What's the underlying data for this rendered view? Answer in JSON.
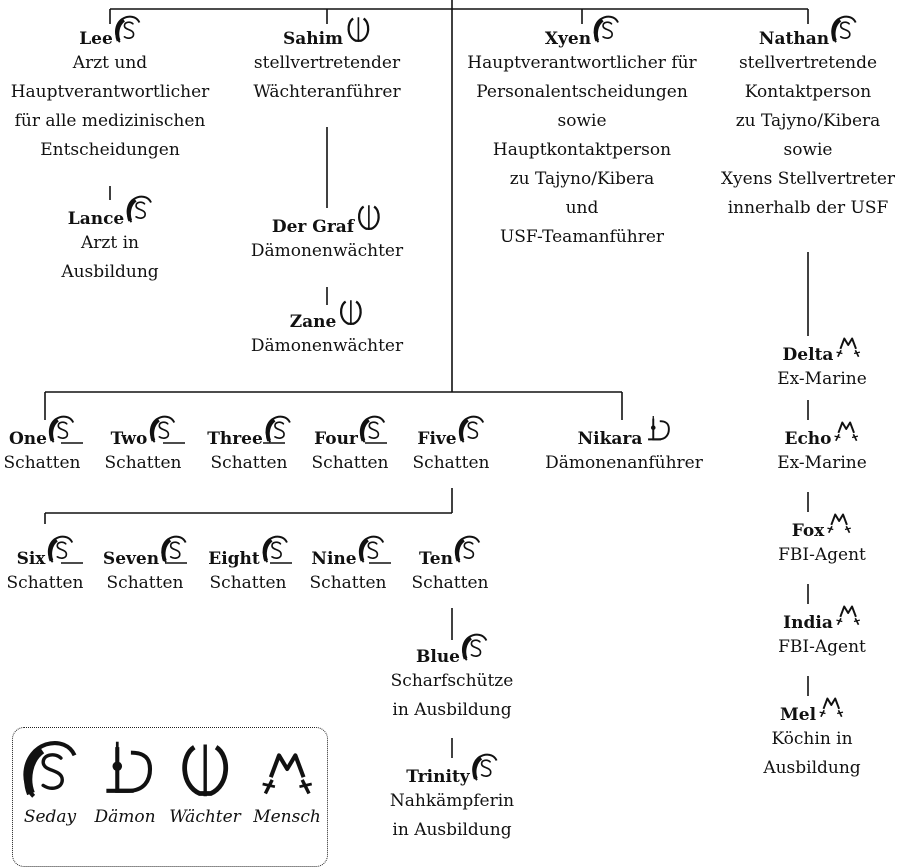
{
  "legend": [
    {
      "icon": "seday-icon",
      "label": "Seday"
    },
    {
      "icon": "daemon-icon",
      "label": "Dämon"
    },
    {
      "icon": "waechter-icon",
      "label": "Wächter"
    },
    {
      "icon": "mensch-icon",
      "label": "Mensch"
    }
  ],
  "nodes": {
    "lee": {
      "name": "Lee",
      "icon": "seday-icon",
      "desc": [
        "Arzt und",
        "Hauptverantwortlicher",
        "für alle medizinischen",
        "Entscheidungen"
      ]
    },
    "lance": {
      "name": "Lance",
      "icon": "seday-icon",
      "desc": [
        "Arzt in",
        "Ausbildung"
      ]
    },
    "sahim": {
      "name": "Sahim",
      "icon": "waechter-icon",
      "desc": [
        "stellvertretender",
        "Wächteranführer"
      ]
    },
    "graf": {
      "name": "Der Graf",
      "icon": "waechter-icon",
      "desc": [
        "Dämonenwächter"
      ]
    },
    "zane": {
      "name": "Zane",
      "icon": "waechter-icon",
      "desc": [
        "Dämonenwächter"
      ]
    },
    "xyen": {
      "name": "Xyen",
      "icon": "seday-icon",
      "desc": [
        "Hauptverantwortlicher für",
        "Personalentscheidungen",
        "sowie",
        "Hauptkontaktperson",
        "zu Tajyno/Kibera",
        "und",
        "USF-Teamanführer"
      ]
    },
    "nathan": {
      "name": "Nathan",
      "icon": "seday-icon",
      "desc": [
        "stellvertretende",
        "Kontaktperson",
        "zu Tajyno/Kibera",
        "sowie",
        "Xyens Stellvertreter",
        "innerhalb der USF"
      ]
    },
    "one": {
      "name": "One",
      "icon": "seday-icon",
      "desc": [
        "Schatten"
      ]
    },
    "two": {
      "name": "Two",
      "icon": "seday-icon",
      "desc": [
        "Schatten"
      ]
    },
    "three": {
      "name": "Three",
      "icon": "seday-icon",
      "desc": [
        "Schatten"
      ]
    },
    "four": {
      "name": "Four",
      "icon": "seday-icon",
      "desc": [
        "Schatten"
      ]
    },
    "five": {
      "name": "Five",
      "icon": "seday-icon",
      "desc": [
        "Schatten"
      ]
    },
    "nikara": {
      "name": "Nikara",
      "icon": "daemon-icon",
      "desc": [
        "Dämonenanführer"
      ]
    },
    "six": {
      "name": "Six",
      "icon": "seday-icon",
      "desc": [
        "Schatten"
      ]
    },
    "seven": {
      "name": "Seven",
      "icon": "seday-icon",
      "desc": [
        "Schatten"
      ]
    },
    "eight": {
      "name": "Eight",
      "icon": "seday-icon",
      "desc": [
        "Schatten"
      ]
    },
    "nine": {
      "name": "Nine",
      "icon": "seday-icon",
      "desc": [
        "Schatten"
      ]
    },
    "ten": {
      "name": "Ten",
      "icon": "seday-icon",
      "desc": [
        "Schatten"
      ]
    },
    "blue": {
      "name": "Blue",
      "icon": "seday-icon",
      "desc": [
        "Scharfschütze",
        "in Ausbildung"
      ]
    },
    "trinity": {
      "name": "Trinity",
      "icon": "seday-icon",
      "desc": [
        "Nahkämpferin",
        "in Ausbildung"
      ]
    },
    "delta": {
      "name": "Delta",
      "icon": "mensch-icon",
      "desc": [
        "Ex-Marine"
      ]
    },
    "echo": {
      "name": "Echo",
      "icon": "mensch-icon",
      "desc": [
        "Ex-Marine"
      ]
    },
    "fox": {
      "name": "Fox",
      "icon": "mensch-icon",
      "desc": [
        "FBI-Agent"
      ]
    },
    "india": {
      "name": "India",
      "icon": "mensch-icon",
      "desc": [
        "FBI-Agent"
      ]
    },
    "mel": {
      "name": "Mel",
      "icon": "mensch-icon",
      "desc": [
        "Köchin in",
        "Ausbildung"
      ]
    }
  }
}
